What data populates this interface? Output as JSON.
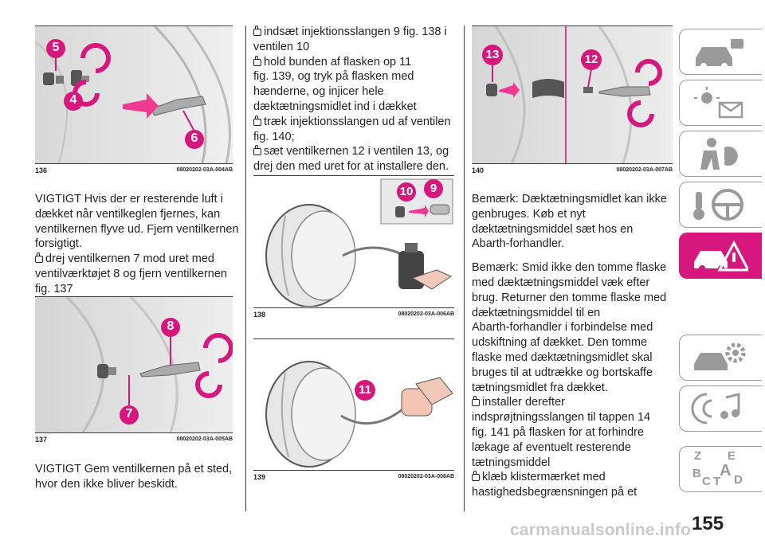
{
  "figures": [
    {
      "number": "136",
      "code": "08020202-03A-004AB",
      "callouts": [
        "5",
        "4",
        "6"
      ]
    },
    {
      "number": "137",
      "code": "08020202-03A-005AB",
      "callouts": [
        "8",
        "7"
      ]
    },
    {
      "number": "138",
      "code": "08020202-03A-006AB",
      "callouts": [
        "10",
        "9"
      ]
    },
    {
      "number": "139",
      "code": "08020202-03A-008AB",
      "callouts": [
        "11"
      ]
    },
    {
      "number": "140",
      "code": "08020202-03A-007AB",
      "callouts": [
        "13",
        "12"
      ]
    }
  ],
  "col1": {
    "lines_a": [
      "VIGTIGT Hvis der er resterende luft i",
      "dækket når ventilkeglen fjernes, kan",
      "ventilkernen flyve ud. Fjern ventilkernen",
      "forsigtigt."
    ],
    "bullet1": [
      "drej ventilkernen 7 mod uret med",
      "ventilværktøjet 8 og fjern ventilkernen",
      "fig. 137"
    ],
    "lines_b": [
      "VIGTIGT Gem ventilkernen på et sted,",
      "hvor den ikke bliver beskidt."
    ]
  },
  "col2": {
    "bullet1": [
      "indsæt injektionsslangen 9 fig. 138 i",
      "ventilen 10"
    ],
    "bullet2": [
      "hold bunden af flasken op 11",
      "fig. 139, og tryk på flasken med",
      "hænderne, og injicer hele",
      "dæktætningsmidlet ind i dækket"
    ],
    "bullet3": [
      "træk injektionsslangen ud af ventilen",
      "fig. 140;"
    ],
    "bullet4": [
      "sæt ventilkernen 12 i ventilen 13, og",
      "drej den med uret for at installere den."
    ]
  },
  "col3": {
    "para1": [
      "Bemærk:  Dæktætningsmidlet kan ikke",
      "genbruges. Køb et nyt",
      "dæktætningsmiddel sæt hos en",
      "Abarth-forhandler."
    ],
    "para2": [
      "Bemærk:  Smid ikke den tomme flaske",
      "med dæktætningsmiddel væk efter",
      "brug. Returner den tomme flaske med",
      "dæktætningsmiddel til en",
      "Abarth-forhandler i forbindelse med",
      "udskiftning af dækket. Den tomme",
      "flaske med dæktætningsmidlet skal",
      "bruges til at udtrække og bortskaffe",
      "tætningsmidlet fra dækket."
    ],
    "bullet1": [
      "installer derefter",
      "indsprøjtningsslangen til tappen 14",
      "fig. 141 på flasken for at forhindre",
      "lækage af eventuelt resterende",
      "tætningsmiddel"
    ],
    "bullet2": [
      "klæb klistermærket med",
      "hastighedsbegrænsningen på et"
    ]
  },
  "side_tabs": [
    {
      "icon": "car-dashboard-icon",
      "active": false
    },
    {
      "icon": "warning-lights-icon",
      "active": false
    },
    {
      "icon": "airbag-safety-icon",
      "active": false
    },
    {
      "icon": "steering-key-icon",
      "active": false
    },
    {
      "icon": "breakdown-icon",
      "active": true
    },
    {
      "icon": "maintenance-icon",
      "active": false
    },
    {
      "icon": "multimedia-icon",
      "active": false
    },
    {
      "icon": "index-letters-icon",
      "active": false
    }
  ],
  "index_letters": [
    "Z",
    "E",
    "B",
    "A",
    "C",
    "T",
    "D"
  ],
  "accent_color": "#d6177e",
  "page_number": "155",
  "watermark": "carmanualsonline.info"
}
